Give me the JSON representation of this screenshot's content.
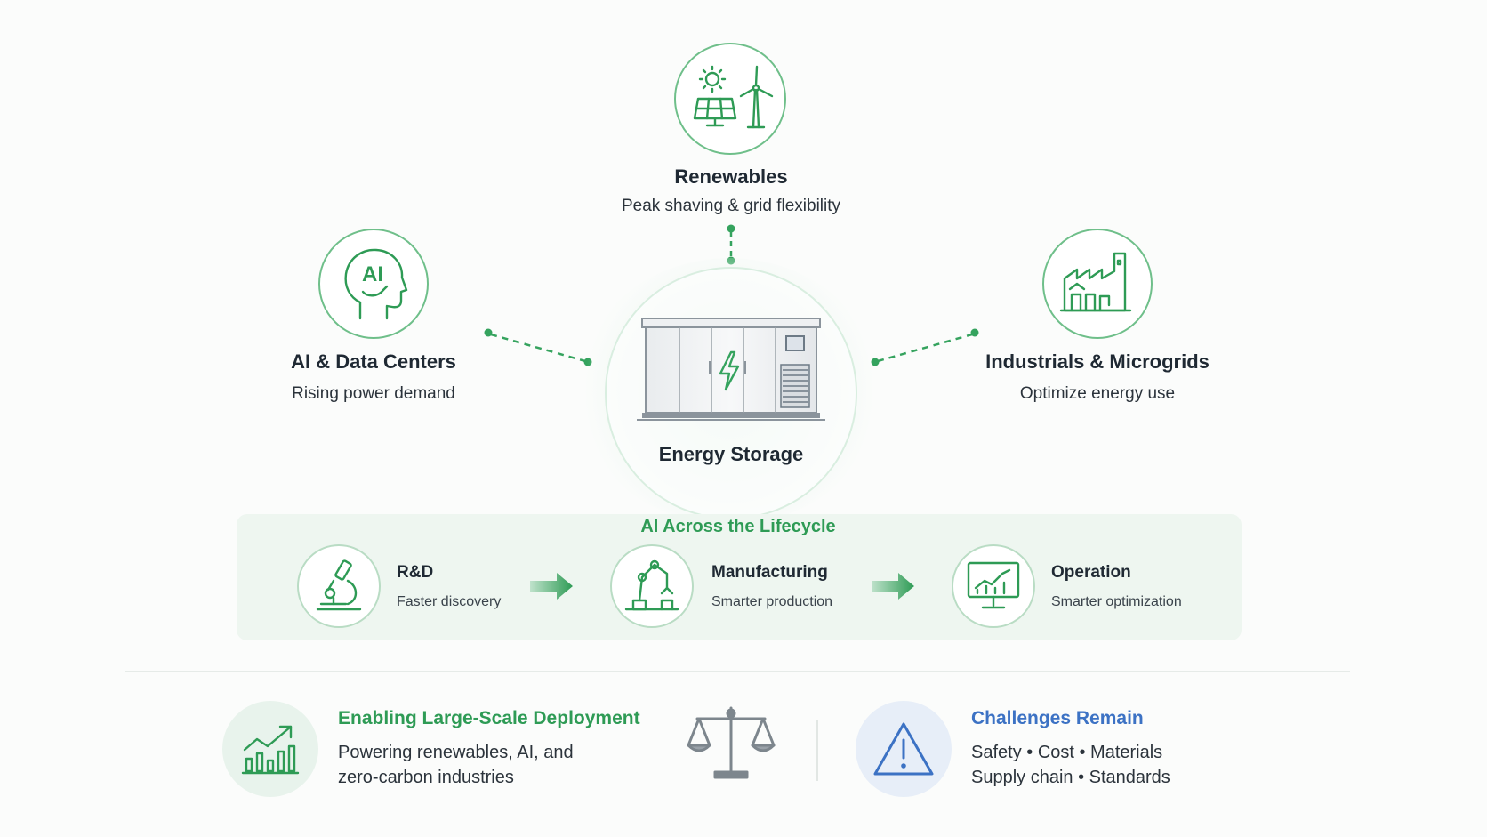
{
  "nodes": {
    "renewables": {
      "title": "Renewables",
      "subtitle": "Peak shaving & grid flexibility",
      "icon": "solar-wind-icon"
    },
    "ai_data_centers": {
      "title": "AI & Data Centers",
      "subtitle": "Rising power demand",
      "icon": "ai-head-icon",
      "icon_text": "AI"
    },
    "industrials": {
      "title": "Industrials & Microgrids",
      "subtitle": "Optimize energy use",
      "icon": "factory-icon"
    },
    "energy_storage": {
      "title": "Energy Storage",
      "icon": "battery-container-icon"
    }
  },
  "lifecycle": {
    "title": "AI Across the Lifecycle",
    "stages": [
      {
        "title": "R&D",
        "subtitle": "Faster discovery",
        "icon": "microscope-icon"
      },
      {
        "title": "Manufacturing",
        "subtitle": "Smarter production",
        "icon": "robot-arm-icon"
      },
      {
        "title": "Operation",
        "subtitle": "Smarter optimization",
        "icon": "monitor-chart-icon"
      }
    ]
  },
  "bottom": {
    "deployment": {
      "title": "Enabling Large-Scale Deployment",
      "line1": "Powering renewables, AI, and",
      "line2": "zero-carbon industries",
      "icon": "growth-chart-icon"
    },
    "balance_icon": "scale-icon",
    "challenges": {
      "title": "Challenges Remain",
      "line1": "Safety • Cost • Materials",
      "line2": "Supply chain • Standards",
      "icon": "warning-icon"
    }
  },
  "colors": {
    "green": "#2e9b55",
    "ring_green": "#6fbf8a",
    "blue": "#3c72c4",
    "panel_bg": "#eef6f0"
  }
}
